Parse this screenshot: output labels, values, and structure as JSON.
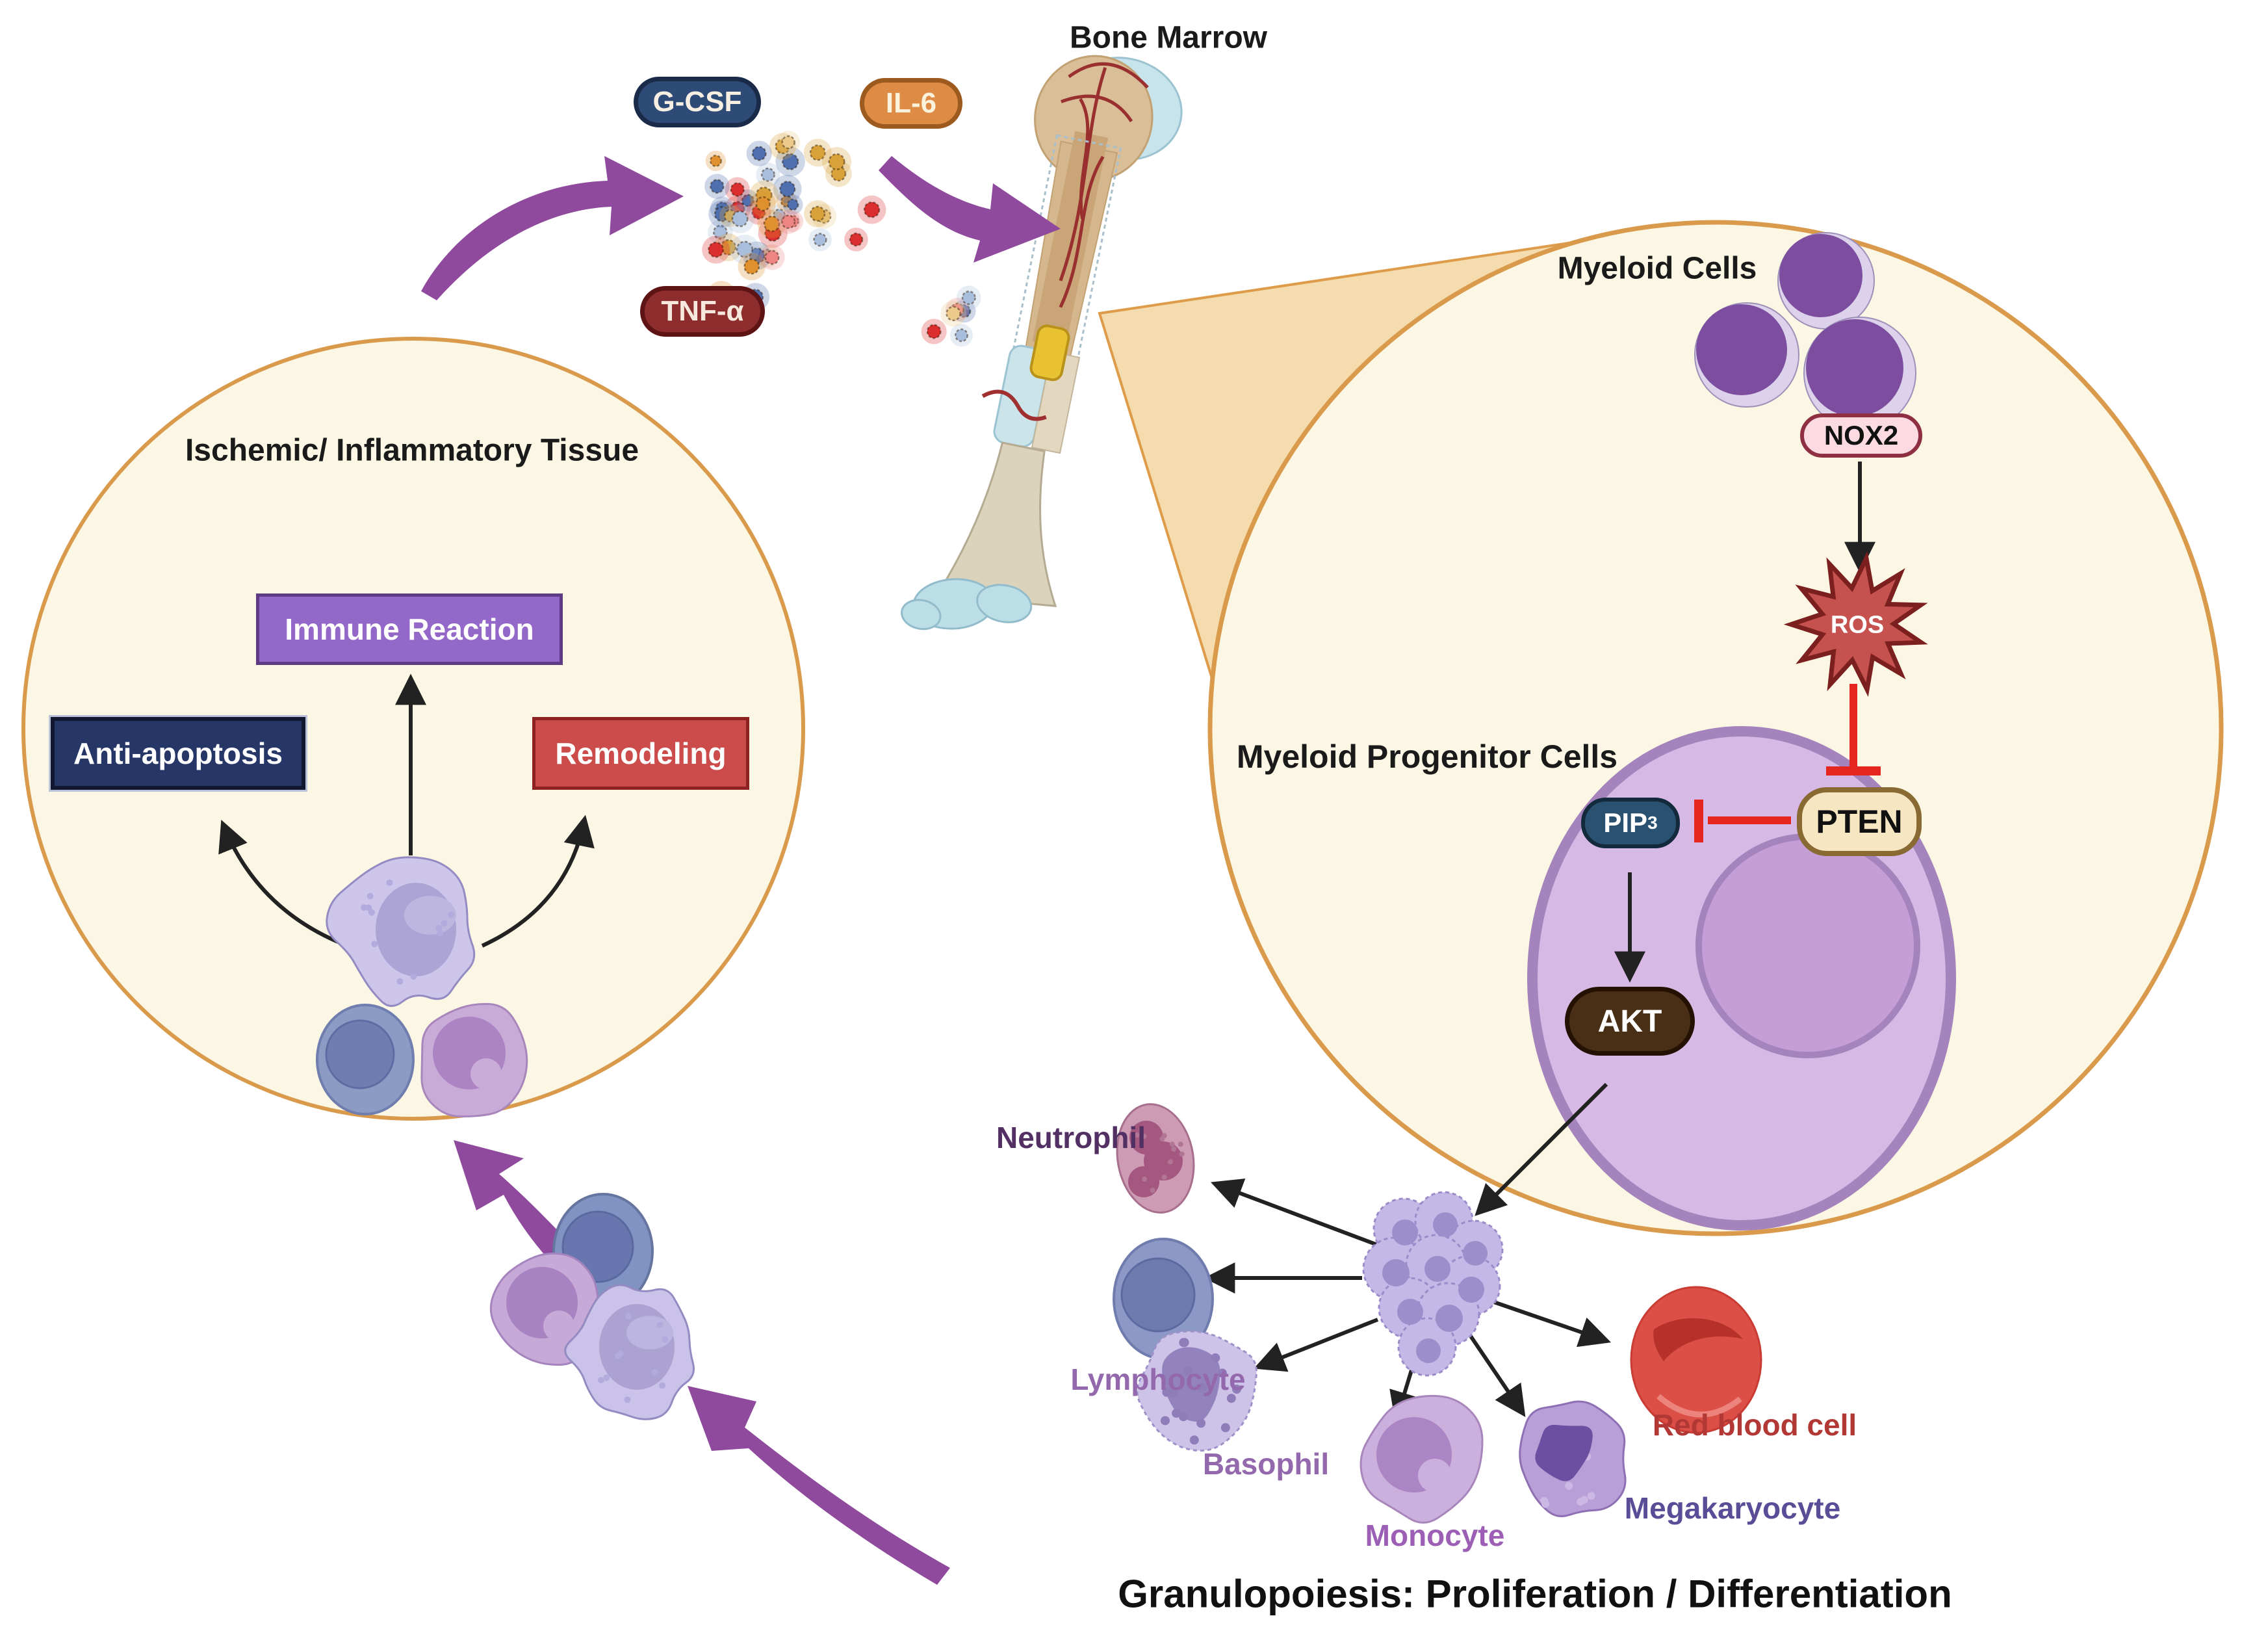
{
  "titles": {
    "bone_marrow": "Bone Marrow",
    "granulopoiesis": "Granulopoiesis: Proliferation / Differentiation"
  },
  "cytokines": {
    "gcsf": "G-CSF",
    "il6": "IL-6",
    "tnfa": "TNF-α"
  },
  "left_circle": {
    "title": "Ischemic/ Inflammatory Tissue",
    "immune_reaction": "Immune Reaction",
    "anti_apoptosis": "Anti-apoptosis",
    "remodeling": "Remodeling"
  },
  "right_circle": {
    "myeloid_cells": "Myeloid Cells",
    "progenitor": "Myeloid Progenitor Cells",
    "nox2": "NOX2",
    "ros": "ROS",
    "pten": "PTEN",
    "pip3_base": "PIP",
    "pip3_sub": "3",
    "akt": "AKT"
  },
  "blood_cells": [
    {
      "label": "Neutrophil",
      "color": "#533063"
    },
    {
      "label": "Lymphocyte",
      "color": "#9468AC"
    },
    {
      "label": "Basophil",
      "color": "#9468AC"
    },
    {
      "label": "Monocyte",
      "color": "#9C5FB5"
    },
    {
      "label": "Megakaryocyte",
      "color": "#5A4C96"
    },
    {
      "label": "Red blood cell",
      "color": "#B23835"
    }
  ],
  "colors": {
    "circle_fill": "#FCF7E4",
    "circle_border": "#DA9A4C",
    "purple_arrow": "#8F499D",
    "inhibition_red": "#E52520",
    "ros_star_fill": "#C65250",
    "ros_star_border": "#7C1F1F",
    "myeloid_cell_purple": "#7D4E9F",
    "progenitor_cell_fill": "#D7B9E5",
    "dot_palette": [
      "#E0912F",
      "#EBCA8B",
      "#DB2F2F",
      "#EE8585",
      "#4F6FAE",
      "#A9BEDC",
      "#D8A13A"
    ]
  }
}
